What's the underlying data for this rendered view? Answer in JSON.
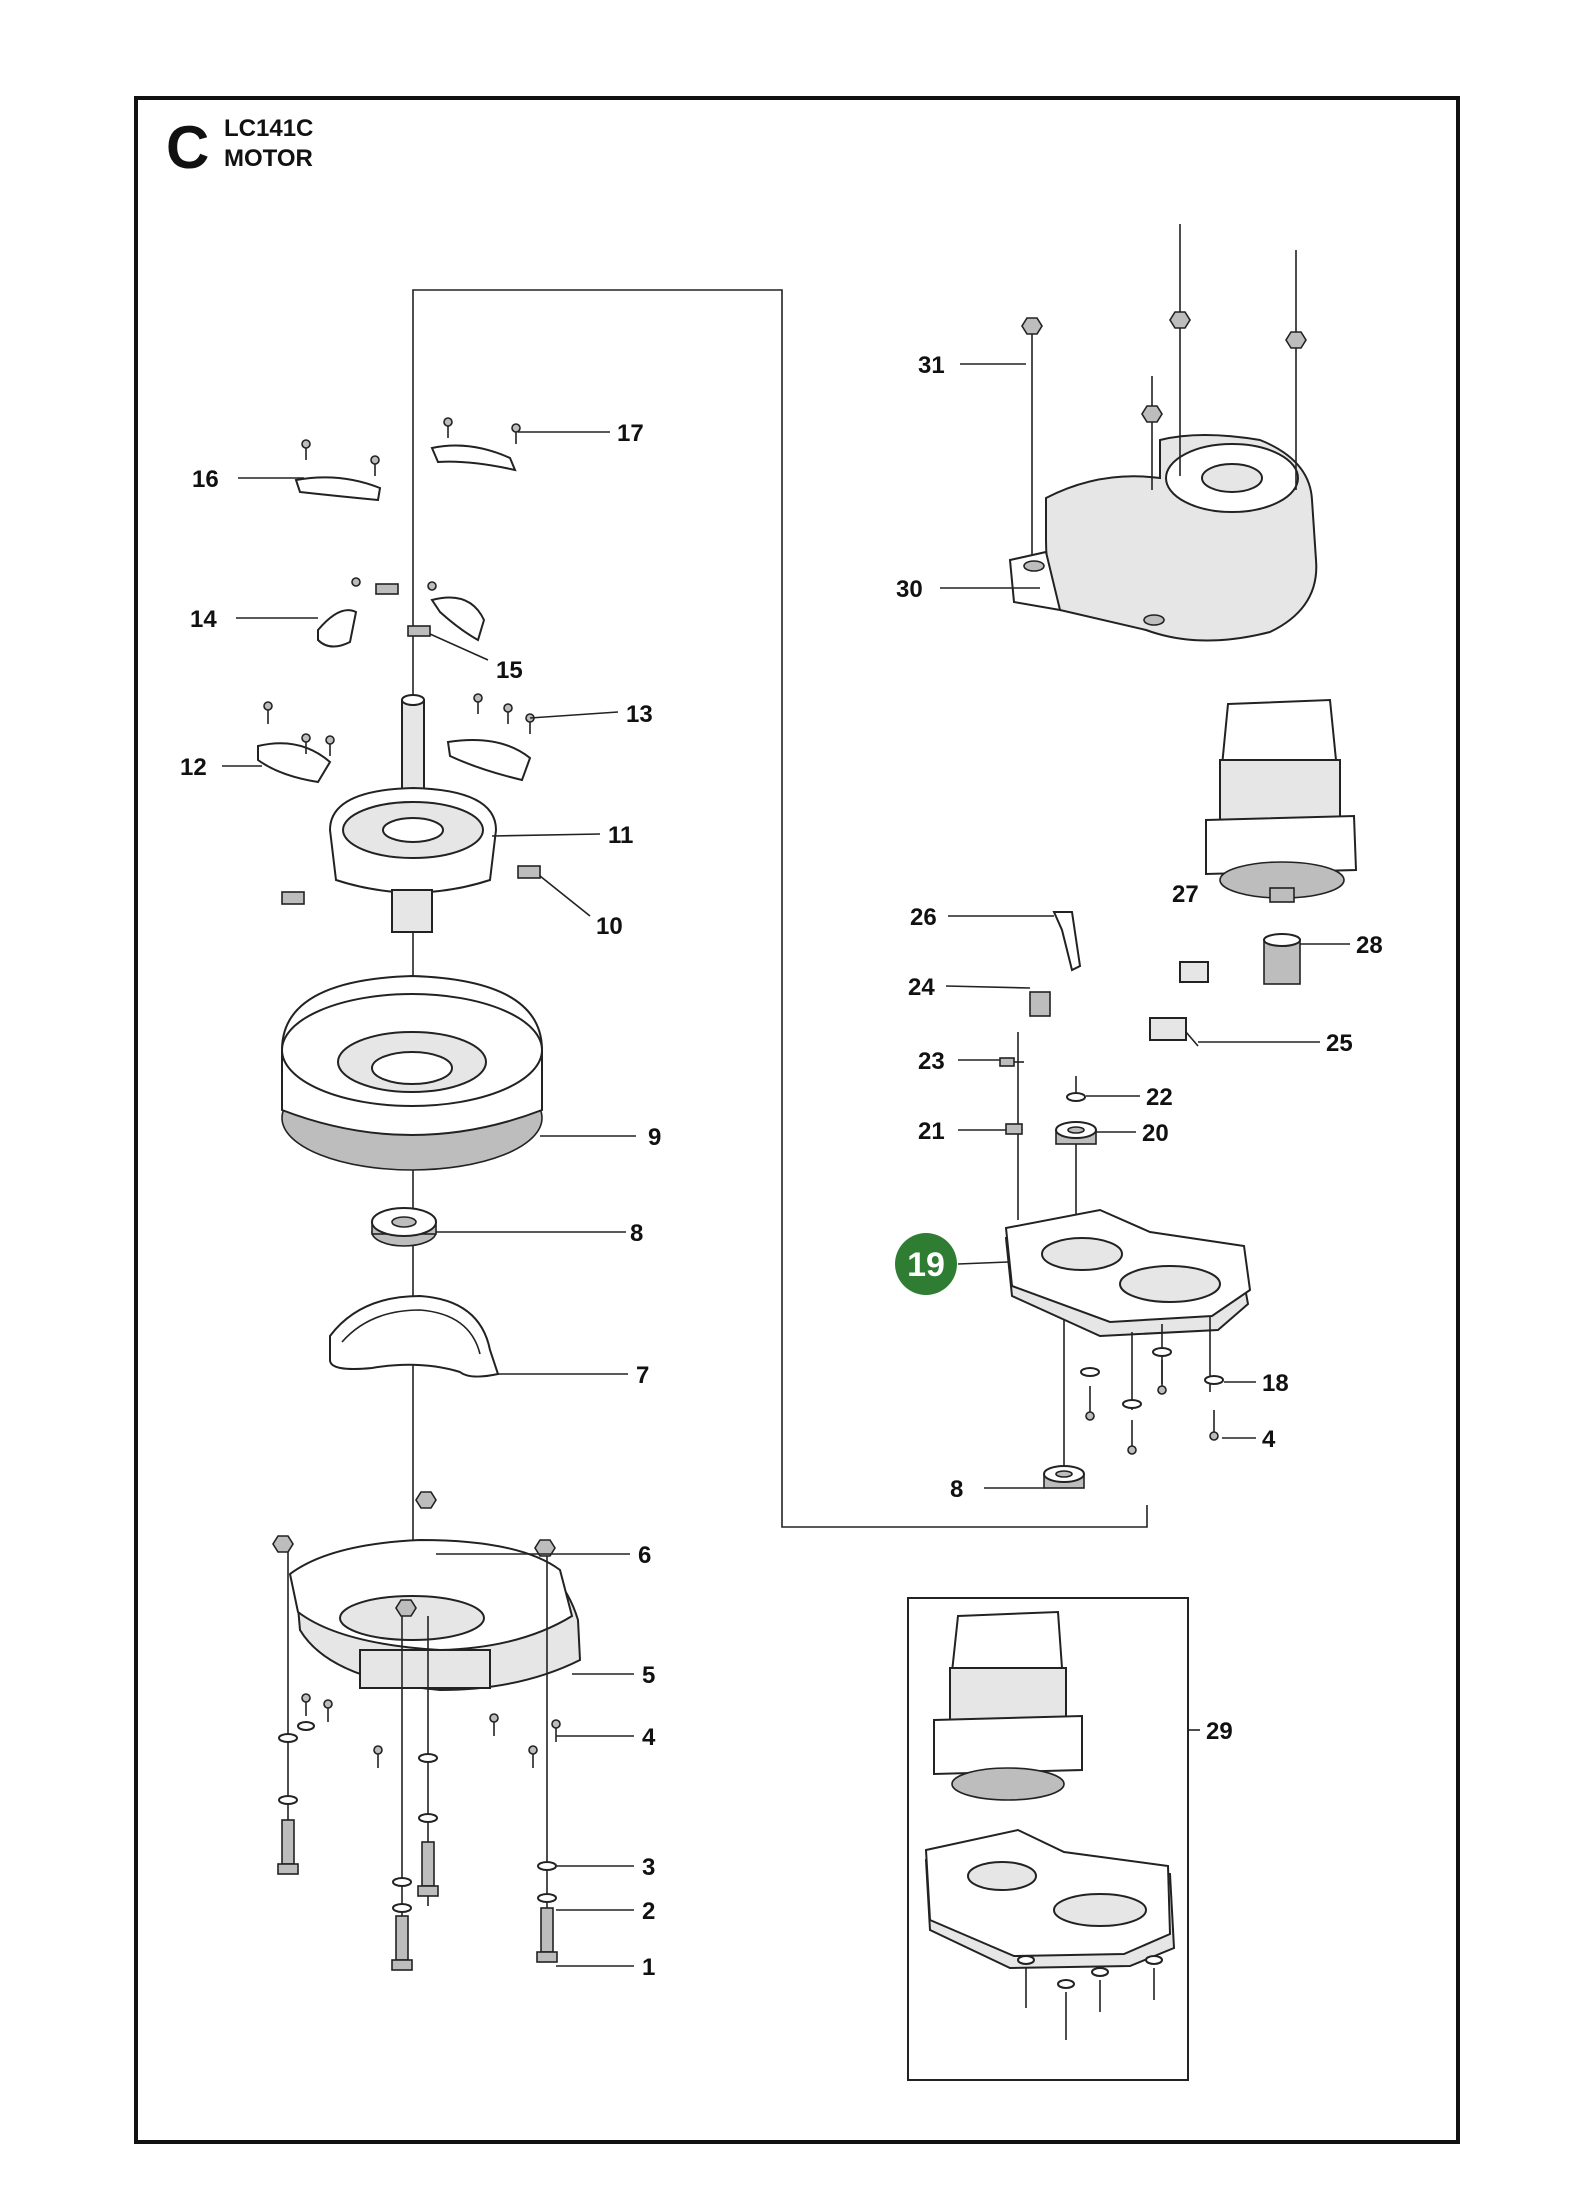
{
  "header": {
    "section_letter": "C",
    "model": "LC141C",
    "group": "MOTOR"
  },
  "highlight": {
    "number": "19",
    "color": "#2e7d32"
  },
  "callouts": {
    "c1": "1",
    "c2": "2",
    "c3": "3",
    "c4a": "4",
    "c5": "5",
    "c6": "6",
    "c7": "7",
    "c8a": "8",
    "c9": "9",
    "c10": "10",
    "c11": "11",
    "c12": "12",
    "c13": "13",
    "c14": "14",
    "c15": "15",
    "c16": "16",
    "c17": "17",
    "c18": "18",
    "c20": "20",
    "c21": "21",
    "c22": "22",
    "c23": "23",
    "c24": "24",
    "c25": "25",
    "c26": "26",
    "c27": "27",
    "c28": "28",
    "c29": "29",
    "c30": "30",
    "c31": "31",
    "c4b": "4",
    "c8b": "8"
  },
  "icons": {
    "screw": "screw-icon",
    "nut": "nut-icon",
    "washer": "washer-icon"
  }
}
